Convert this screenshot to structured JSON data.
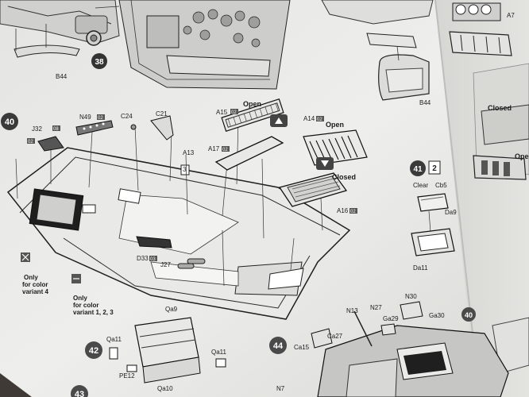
{
  "steps": {
    "s38": "38",
    "s40": "40",
    "s41": "41",
    "s41_sub": "2",
    "s42": "42",
    "s43": "43",
    "s44": "44",
    "ref40": "40"
  },
  "callouts": {
    "open_1": "Open",
    "open_2": "Open",
    "closed_1": "Closed",
    "closed_2": "Closed",
    "open_right": "Ope",
    "clear": "Clear",
    "variant4": "Only for color variant 4",
    "variant4_l1": "Only",
    "variant4_l2": "for color",
    "variant4_l3": "variant 4",
    "variant123_l1": "Only",
    "variant123_l2": "for color",
    "variant123_l3": "variant 1, 2, 3"
  },
  "parts": {
    "b44": "B44",
    "b44b": "B44",
    "a7": "A7",
    "j32": "J32",
    "n49": "N49",
    "c24": "C24",
    "c21": "C21",
    "a15": "A15",
    "a14": "A14",
    "a17": "A17",
    "a13": "A13",
    "a16": "A16",
    "a3": "3",
    "d33": "D33",
    "j27": "J27",
    "cb5": "Cb5",
    "da9": "Da9",
    "da11": "Da11",
    "qa11a": "Qa11",
    "qa9": "Qa9",
    "qa11b": "Qa11",
    "pe12": "PE12",
    "qa10": "Qa10",
    "n7": "N7",
    "n13": "N13",
    "n27": "N27",
    "n30": "N30",
    "ga29": "Ga29",
    "ga30": "Ga30",
    "ca15": "Ca15",
    "ca27": "Ca27",
    "tag02": "02",
    "tag03": "03",
    "tag08": "08"
  }
}
